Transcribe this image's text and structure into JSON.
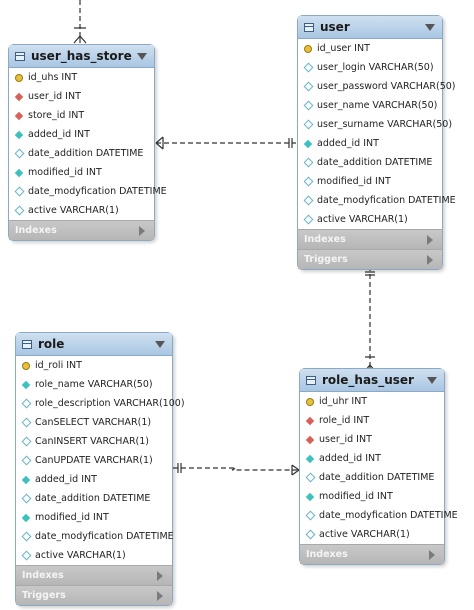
{
  "tables": {
    "user_has_store": {
      "name": "user_has_store",
      "columns": [
        {
          "text": "id_uhs INT",
          "icon": "primary-key-icon"
        },
        {
          "text": "user_id INT",
          "icon": "foreign-key-icon"
        },
        {
          "text": "store_id INT",
          "icon": "foreign-key-icon"
        },
        {
          "text": "added_id INT",
          "icon": "not-null-column-icon"
        },
        {
          "text": "date_addition DATETIME",
          "icon": "column-icon"
        },
        {
          "text": "modified_id INT",
          "icon": "not-null-column-icon"
        },
        {
          "text": "date_modyfication DATETIME",
          "icon": "column-icon"
        },
        {
          "text": "active VARCHAR(1)",
          "icon": "column-icon"
        }
      ],
      "sections": [
        "Indexes"
      ]
    },
    "user": {
      "name": "user",
      "columns": [
        {
          "text": "id_user INT",
          "icon": "primary-key-icon"
        },
        {
          "text": "user_login VARCHAR(50)",
          "icon": "column-icon"
        },
        {
          "text": "user_password VARCHAR(50)",
          "icon": "column-icon"
        },
        {
          "text": "user_name VARCHAR(50)",
          "icon": "column-icon"
        },
        {
          "text": "user_surname VARCHAR(50)",
          "icon": "column-icon"
        },
        {
          "text": "added_id INT",
          "icon": "not-null-column-icon"
        },
        {
          "text": "date_addition DATETIME",
          "icon": "column-icon"
        },
        {
          "text": "modified_id INT",
          "icon": "column-icon"
        },
        {
          "text": "date_modyfication DATETIME",
          "icon": "column-icon"
        },
        {
          "text": "active VARCHAR(1)",
          "icon": "column-icon"
        }
      ],
      "sections": [
        "Indexes",
        "Triggers"
      ]
    },
    "role": {
      "name": "role",
      "columns": [
        {
          "text": "id_roli INT",
          "icon": "primary-key-icon"
        },
        {
          "text": "role_name VARCHAR(50)",
          "icon": "not-null-column-icon"
        },
        {
          "text": "role_description VARCHAR(100)",
          "icon": "column-icon"
        },
        {
          "text": "CanSELECT VARCHAR(1)",
          "icon": "column-icon"
        },
        {
          "text": "CanINSERT VARCHAR(1)",
          "icon": "column-icon"
        },
        {
          "text": "CanUPDATE VARCHAR(1)",
          "icon": "column-icon"
        },
        {
          "text": "added_id INT",
          "icon": "not-null-column-icon"
        },
        {
          "text": "date_addition DATETIME",
          "icon": "column-icon"
        },
        {
          "text": "modified_id INT",
          "icon": "not-null-column-icon"
        },
        {
          "text": "date_modyfication DATETIME",
          "icon": "column-icon"
        },
        {
          "text": "active VARCHAR(1)",
          "icon": "column-icon"
        }
      ],
      "sections": [
        "Indexes",
        "Triggers"
      ]
    },
    "role_has_user": {
      "name": "role_has_user",
      "columns": [
        {
          "text": "id_uhr INT",
          "icon": "primary-key-icon"
        },
        {
          "text": "role_id INT",
          "icon": "foreign-key-icon"
        },
        {
          "text": "user_id INT",
          "icon": "foreign-key-icon"
        },
        {
          "text": "added_id INT",
          "icon": "not-null-column-icon"
        },
        {
          "text": "date_addition DATETIME",
          "icon": "column-icon"
        },
        {
          "text": "modified_id INT",
          "icon": "not-null-column-icon"
        },
        {
          "text": "date_modyfication DATETIME",
          "icon": "column-icon"
        },
        {
          "text": "active VARCHAR(1)",
          "icon": "column-icon"
        }
      ],
      "sections": [
        "Indexes"
      ]
    }
  }
}
